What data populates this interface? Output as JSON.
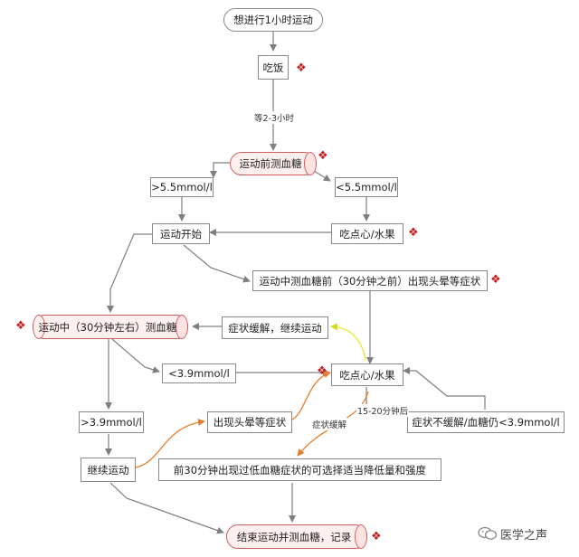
{
  "nodes": {
    "start": "想进行1小时运动",
    "eat_meal": "吃饭",
    "measure_before": "运动前测血糖",
    "gt55": ">5.5mmol/l",
    "lt55": "<5.5mmol/l",
    "start_exercise": "运动开始",
    "snack_top": "吃点心/水果",
    "during_symptom": "运动中测血糖前（30分钟之前）出现头晕等症状",
    "measure_during": "运动中（30分钟左右）测血糖",
    "relieved_continue": "症状缓解，继续运动",
    "lt39": "<3.9mmol/l",
    "snack_mid": "吃点心/水果",
    "gt39": ">3.9mmol/l",
    "dizzy": "出现头晕等症状",
    "not_relieved": "症状不缓解/血糖仍<3.9mmol/l",
    "continue_exercise": "继续运动",
    "reduce": "前30分钟出现过低血糖症状的可选择适当降低量和强度",
    "end": "结束运动并测血糖，记录"
  },
  "edge_labels": {
    "wait": "等2-3小时",
    "after": "15-20分钟后",
    "relieved": "症状缓解"
  },
  "marker_symbol": "❖",
  "watermark": {
    "text": "医学之声",
    "icon": "wechat-icon"
  },
  "colors": {
    "connector": "#7f7f7f",
    "orange": "#e87d2b",
    "yellow": "#e8e825",
    "marker": "#c21f1f",
    "cylinder_border": "#d06060"
  }
}
